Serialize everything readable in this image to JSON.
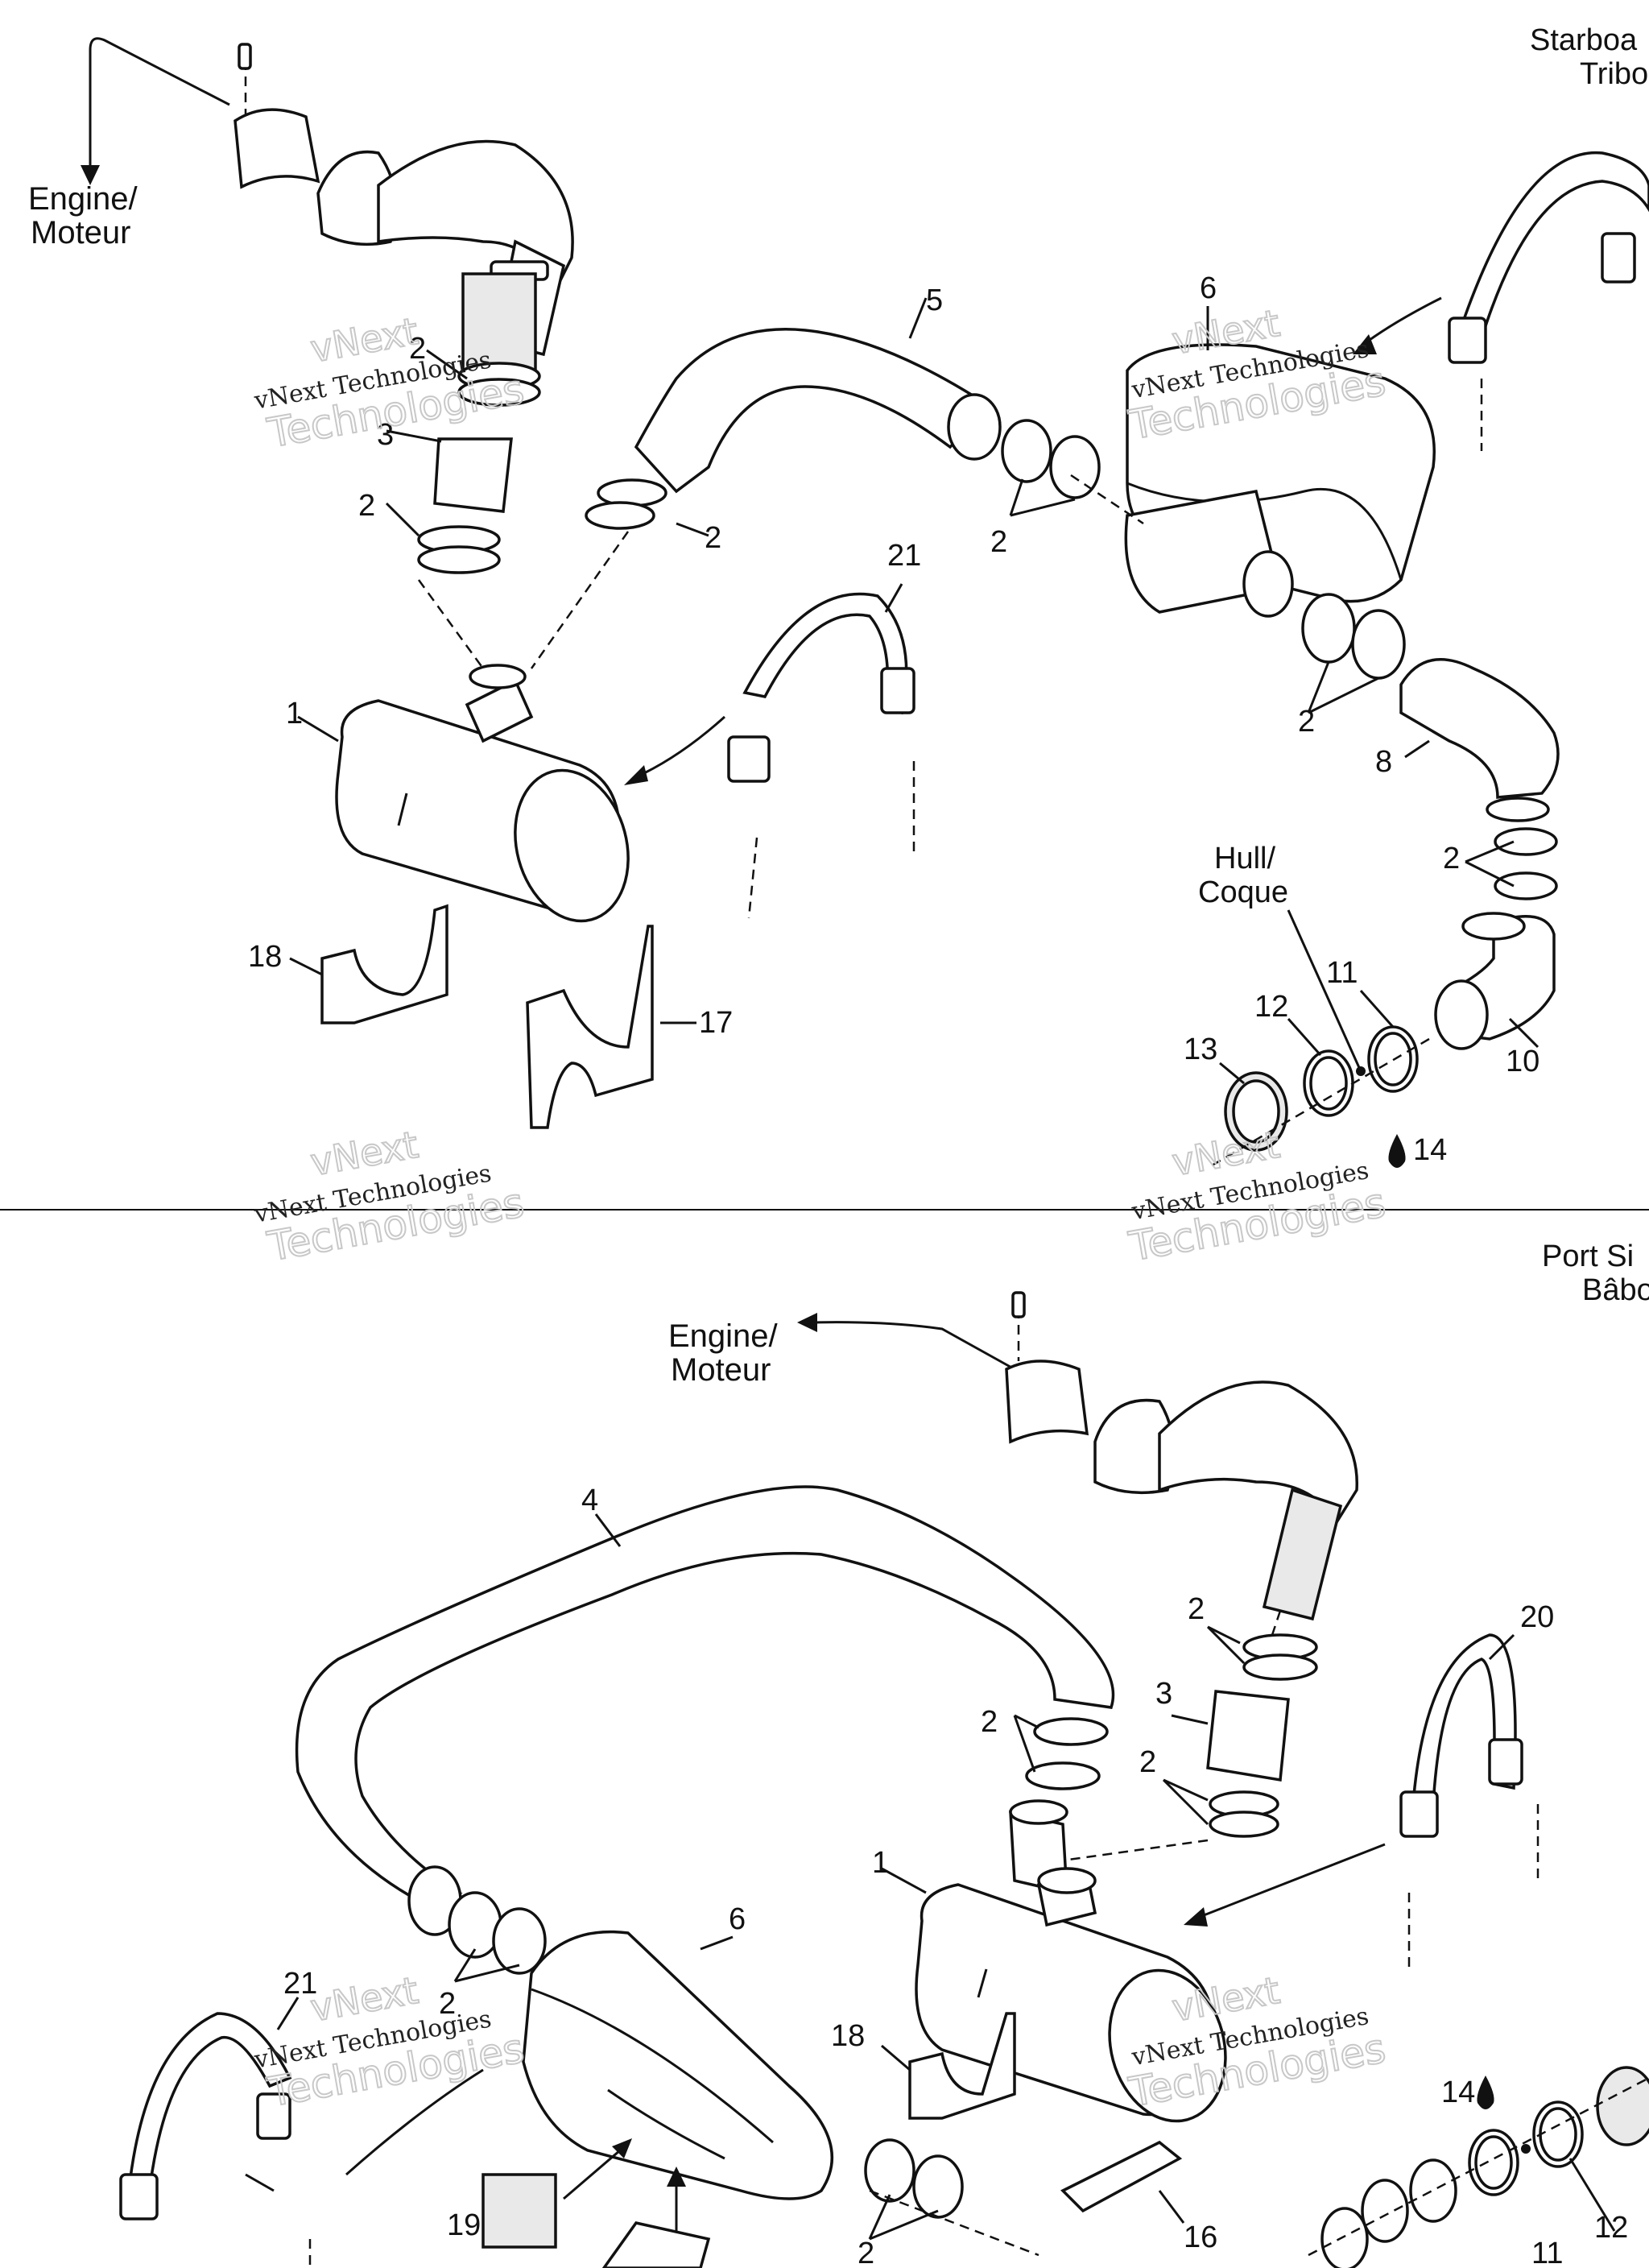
{
  "sections": {
    "top": {
      "heading": [
        "Starboa",
        "Tribo"
      ],
      "engine_label": [
        "Engine/",
        "Moteur"
      ],
      "hull_label": [
        "Hull/",
        "Coque"
      ]
    },
    "bottom": {
      "heading": [
        "Port Si",
        "Bâbo"
      ],
      "engine_label": [
        "Engine/",
        "Moteur"
      ]
    }
  },
  "callouts": {
    "top": [
      "1",
      "2",
      "2",
      "2",
      "2",
      "2",
      "2",
      "3",
      "5",
      "6",
      "8",
      "10",
      "11",
      "12",
      "13",
      "14",
      "17",
      "18",
      "21"
    ],
    "bottom": [
      "1",
      "2",
      "2",
      "2",
      "2",
      "3",
      "4",
      "6",
      "11",
      "12",
      "14",
      "16",
      "18",
      "19",
      "20",
      "21"
    ]
  },
  "watermark": {
    "line1": "vNext",
    "line2": "vNext Technologies",
    "line3": "Technologies"
  },
  "icons": [
    "sealant-drop-icon"
  ]
}
